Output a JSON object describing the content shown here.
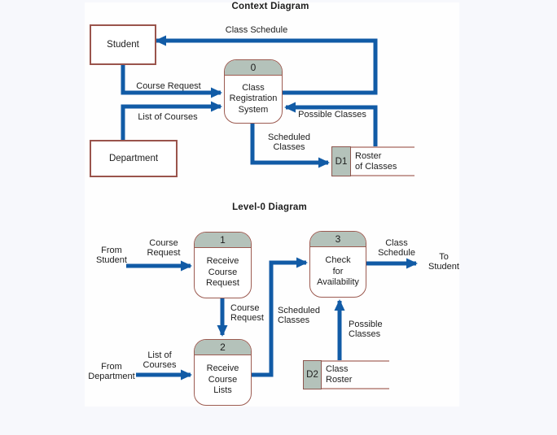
{
  "colors": {
    "page_bg": "#f7f8fc",
    "panel_bg": "#fefefe",
    "arrow_blue": "#115ba6",
    "entity_border": "#9a544c",
    "process_border": "#9c5b51",
    "process_header_fill": "#b4c2ba",
    "datastore_line": "#c79f99",
    "text": "#1d1d1d"
  },
  "context": {
    "title": "Context Diagram",
    "entities": {
      "student": "Student",
      "department": "Department"
    },
    "process0": {
      "number": "0",
      "name": "Class\nRegistration\nSystem"
    },
    "datastore_d1": {
      "id": "D1",
      "name": "Roster\nof Classes"
    },
    "flows": {
      "class_schedule": "Class Schedule",
      "course_request": "Course Request",
      "list_of_courses": "List of Courses",
      "possible_classes": "Possible Classes",
      "scheduled_classes": "Scheduled\nClasses"
    }
  },
  "level0": {
    "title": "Level-0 Diagram",
    "sources": {
      "from_student": "From\nStudent",
      "from_department": "From\nDepartment",
      "to_student": "To\nStudent"
    },
    "process1": {
      "number": "1",
      "name": "Receive\nCourse\nRequest"
    },
    "process2": {
      "number": "2",
      "name": "Receive\nCourse\nLists"
    },
    "process3": {
      "number": "3",
      "name": "Check\nfor\nAvailability"
    },
    "datastore_d2": {
      "id": "D2",
      "name": "Class\nRoster"
    },
    "flows": {
      "course_request_in": "Course\nRequest",
      "course_request_mid": "Course\nRequest",
      "list_of_courses": "List of\nCourses",
      "scheduled_classes": "Scheduled\nClasses",
      "possible_classes": "Possible\nClasses",
      "class_schedule": "Class\nSchedule"
    }
  }
}
